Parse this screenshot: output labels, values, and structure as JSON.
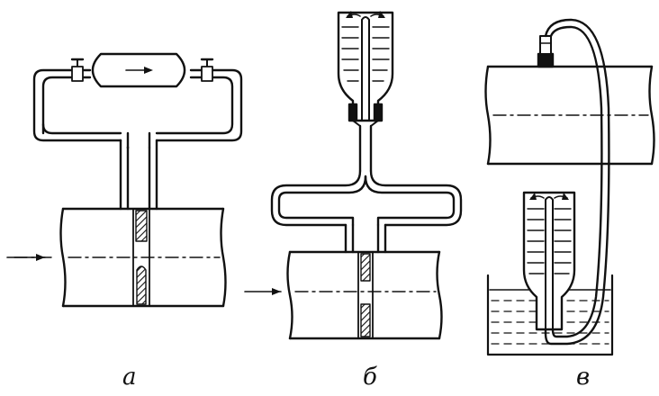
{
  "figure": {
    "panels": [
      {
        "id": "a",
        "label": "а"
      },
      {
        "id": "b",
        "label": "б"
      },
      {
        "id": "v",
        "label": "в"
      }
    ]
  }
}
